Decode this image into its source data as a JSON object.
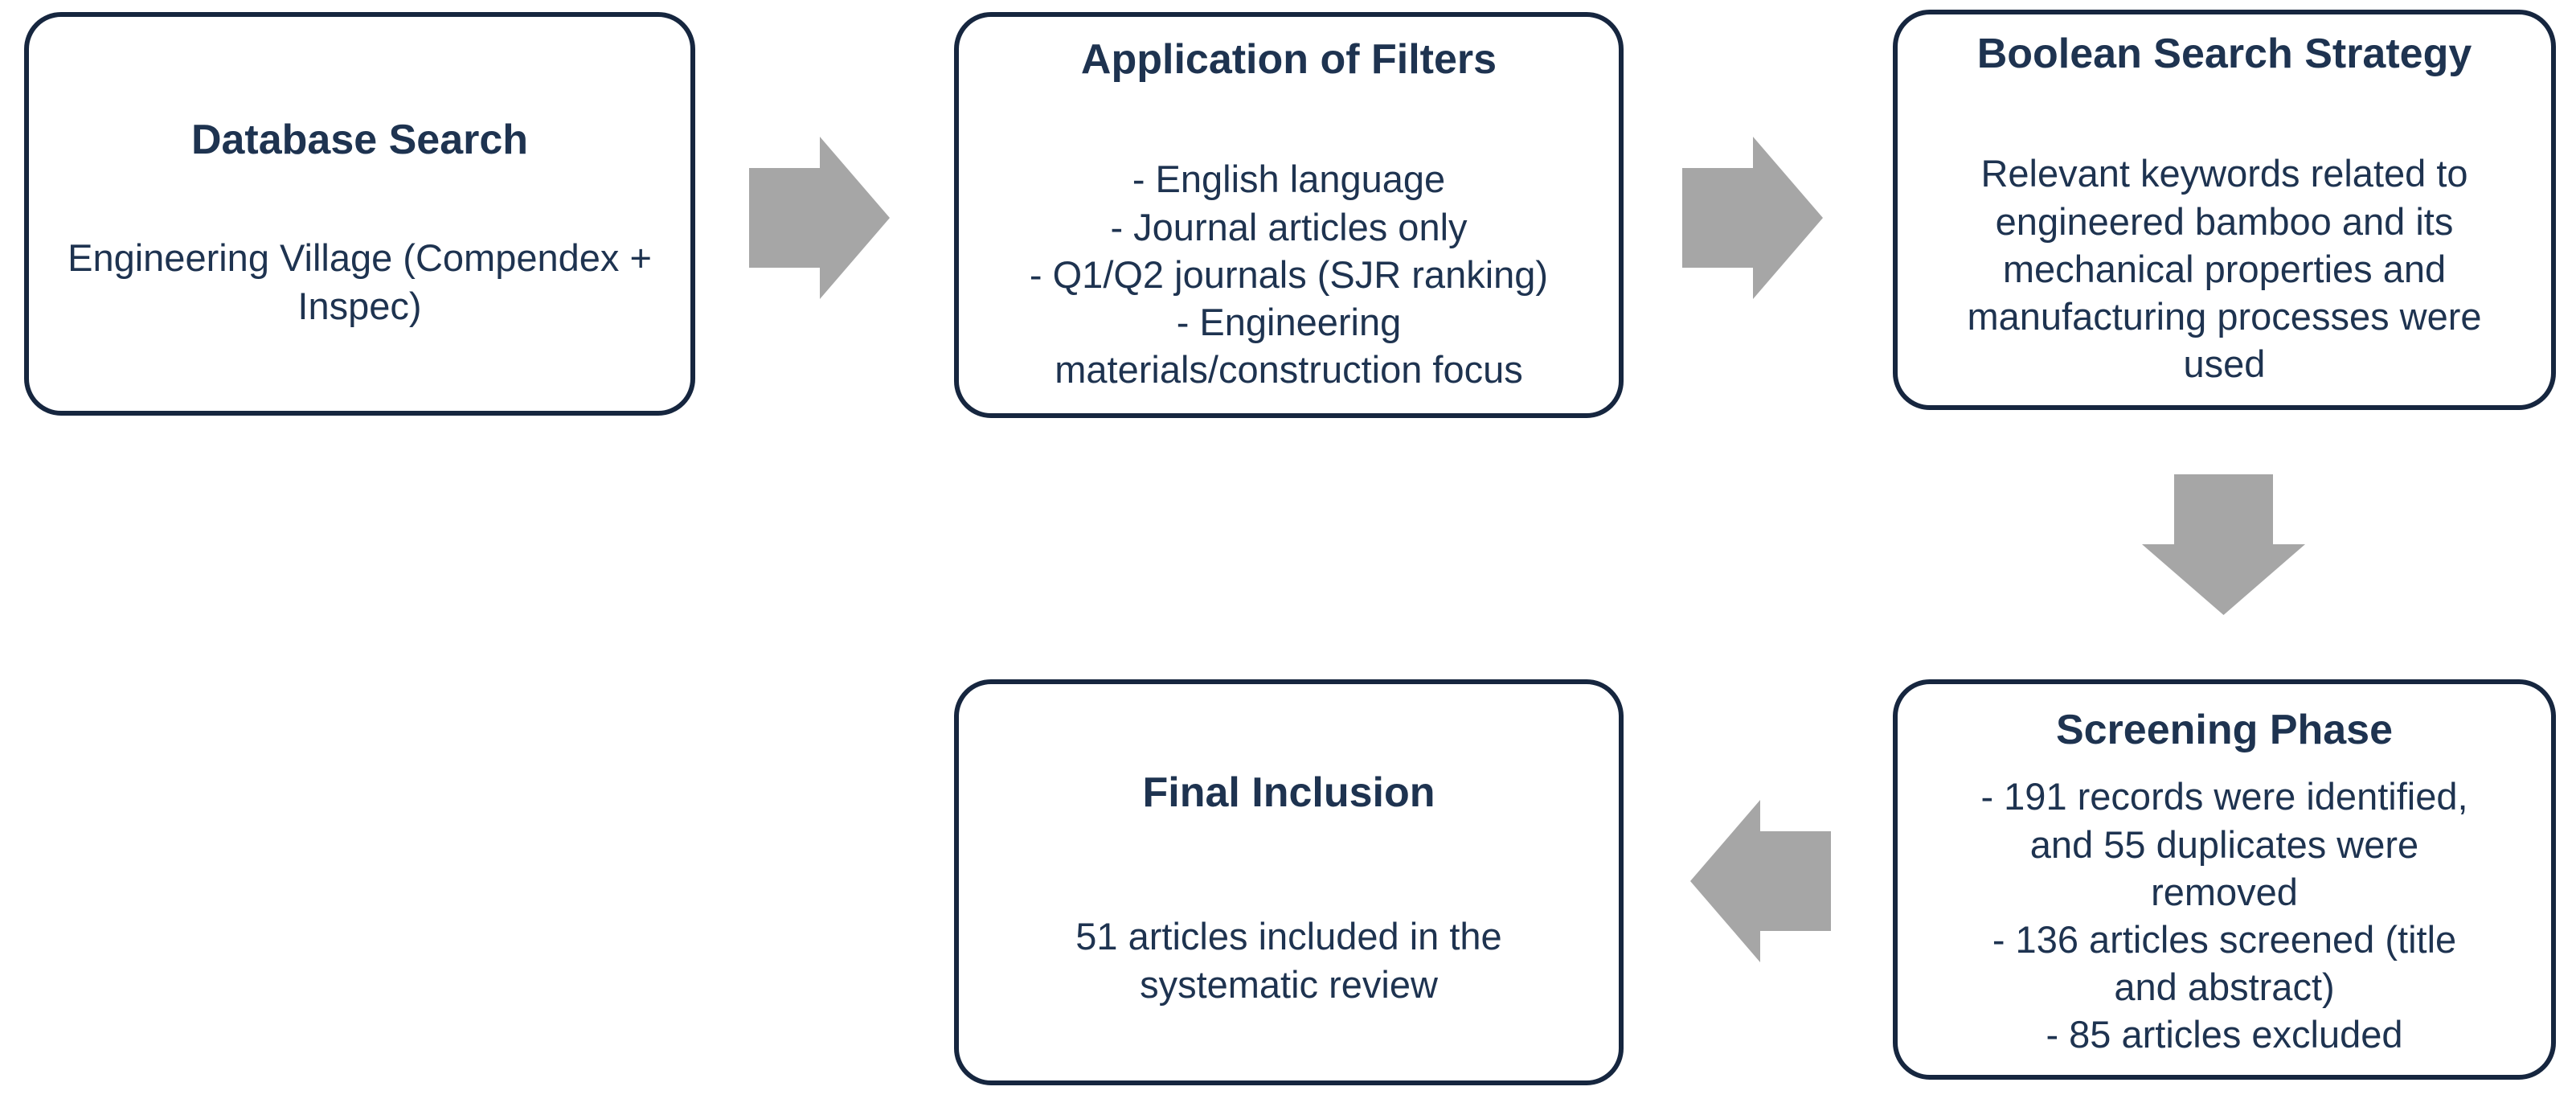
{
  "colors": {
    "background": "#ffffff",
    "box_border": "#16263f",
    "text": "#1e3350",
    "arrow_fill": "#a6a6a6"
  },
  "flowchart": {
    "boxes": [
      {
        "id": "database-search",
        "title": "Database Search",
        "body": "Engineering Village (Compendex +\nInspec)"
      },
      {
        "id": "application-of-filters",
        "title": "Application of Filters",
        "bullets": [
          "- English language",
          "- Journal articles only",
          "- Q1/Q2 journals (SJR ranking)",
          "- Engineering\nmaterials/construction focus"
        ]
      },
      {
        "id": "boolean-search-strategy",
        "title": "Boolean Search Strategy",
        "body": "Relevant keywords related to\nengineered bamboo and its\nmechanical properties and\nmanufacturing processes were\nused"
      },
      {
        "id": "screening-phase",
        "title": "Screening Phase",
        "bullets": [
          "- 191 records were identified,\nand 55 duplicates were\nremoved",
          "- 136 articles screened (title\nand abstract)",
          "- 85 articles excluded"
        ]
      },
      {
        "id": "final-inclusion",
        "title": "Final Inclusion",
        "body": "51 articles included in the\nsystematic review"
      }
    ],
    "arrows": [
      {
        "direction": "right",
        "from": "database-search",
        "to": "application-of-filters"
      },
      {
        "direction": "right",
        "from": "application-of-filters",
        "to": "boolean-search-strategy"
      },
      {
        "direction": "down",
        "from": "boolean-search-strategy",
        "to": "screening-phase"
      },
      {
        "direction": "left",
        "from": "screening-phase",
        "to": "final-inclusion"
      }
    ]
  }
}
